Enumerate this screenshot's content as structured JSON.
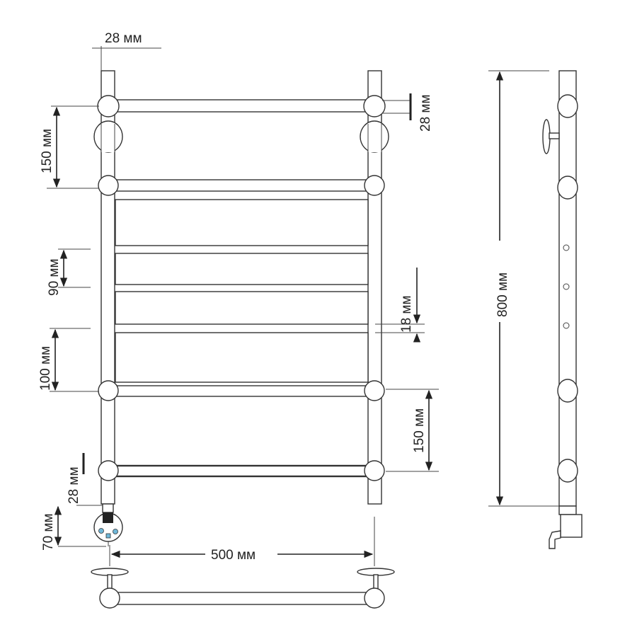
{
  "dimensions": {
    "pipe_top": "28 мм",
    "pipe_right": "28 мм",
    "rail_spacing_top": "150 мм",
    "panel_height": "90 мм",
    "panel_gap": "18 мм",
    "spacing_100": "100 мм",
    "rail_spacing_bottom": "150 мм",
    "pipe_bottom": "28 мм",
    "heater_offset": "70 мм",
    "width": "500 мм",
    "height": "800 мм"
  },
  "colors": {
    "line": "#333333",
    "heater_button": "#6fb7d8"
  }
}
